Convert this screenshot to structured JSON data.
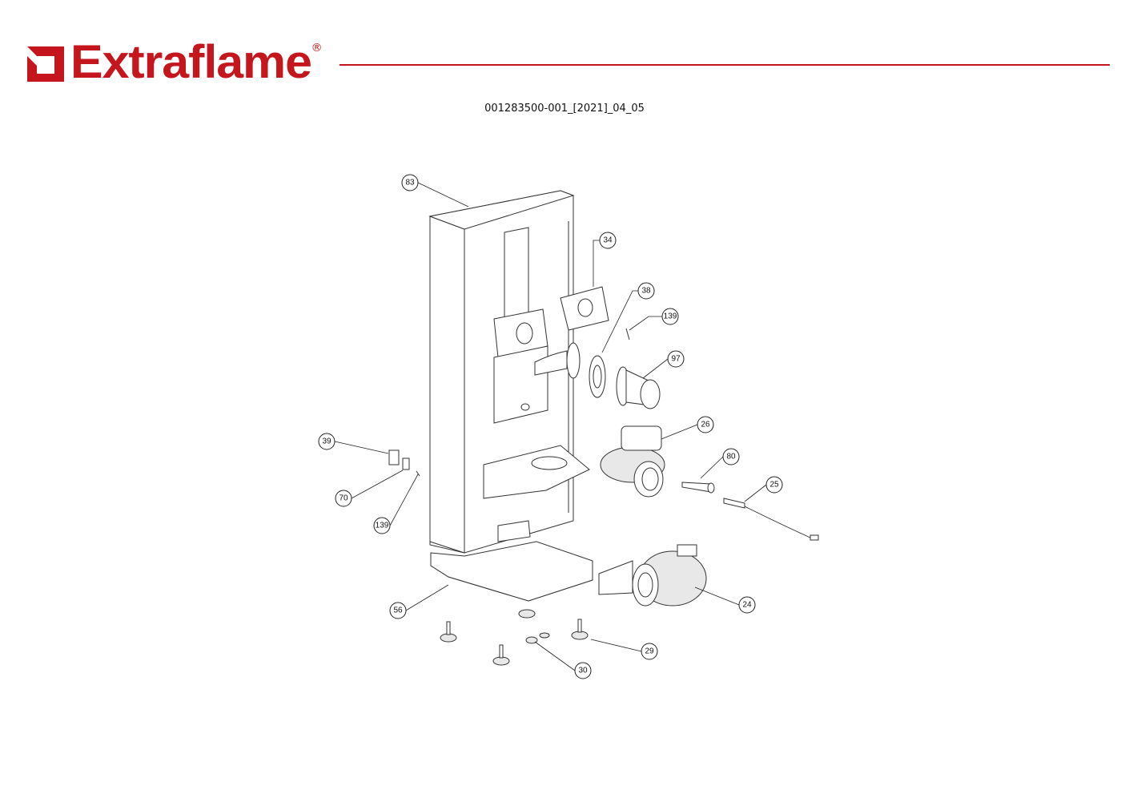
{
  "header": {
    "brand": "Extraflame",
    "registered_mark": "®",
    "brand_color": "#c4161c"
  },
  "document": {
    "code": "001283500-001_[2021]_04_05"
  },
  "diagram": {
    "callouts": [
      "83",
      "34",
      "38",
      "139",
      "97",
      "26",
      "80",
      "25",
      "39",
      "70",
      "139",
      "56",
      "24",
      "29",
      "30"
    ]
  }
}
